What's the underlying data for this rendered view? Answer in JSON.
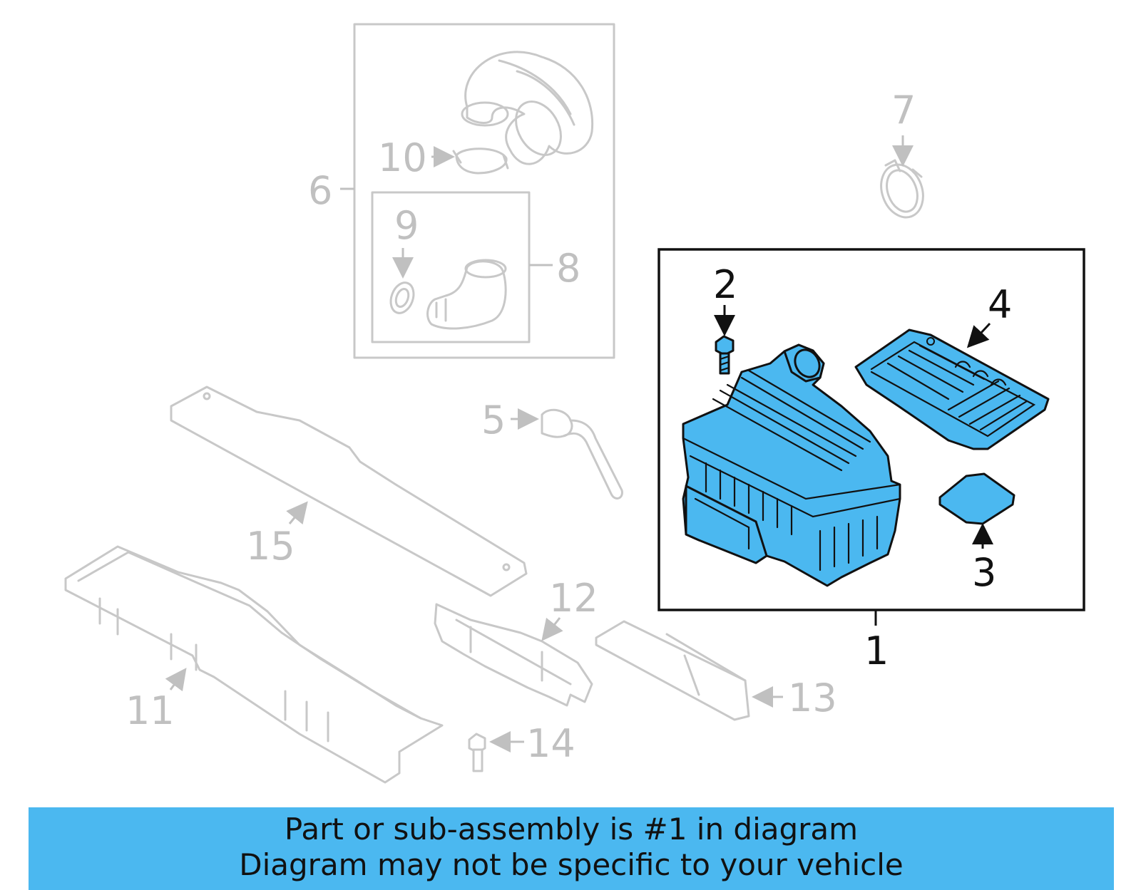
{
  "colors": {
    "highlight": "#4bb8f0",
    "ghost": "#c8c8c8",
    "outline": "#111111"
  },
  "callouts": {
    "c1": "1",
    "c2": "2",
    "c3": "3",
    "c4": "4",
    "c5": "5",
    "c6": "6",
    "c7": "7",
    "c8": "8",
    "c9": "9",
    "c10": "10",
    "c11": "11",
    "c12": "12",
    "c13": "13",
    "c14": "14",
    "c15": "15"
  },
  "banner": {
    "line1": "Part or sub-assembly is #1 in diagram",
    "line2": "Diagram may not be specific to your vehicle"
  }
}
